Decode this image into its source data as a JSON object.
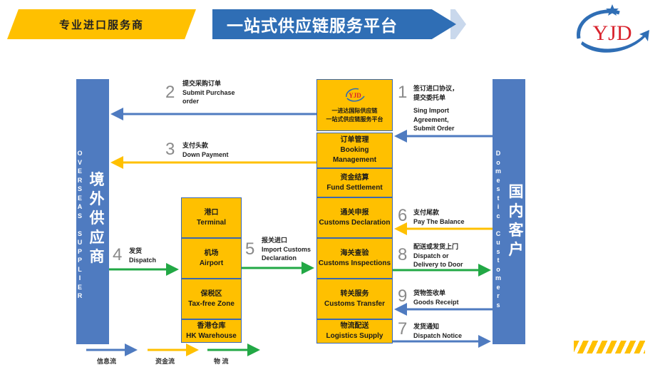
{
  "header": {
    "left_title": "专业进口服务商",
    "right_title": "一站式供应链服务平台"
  },
  "logo": {
    "text": "YJD"
  },
  "left_bar": {
    "en": "OVERSEAS SUPPLIER",
    "cn": "境外供应商"
  },
  "right_bar": {
    "en": "Domestic Customers",
    "cn": "国内客户"
  },
  "platform": {
    "logo_text": "YJD",
    "line1": "一进达国际供应链",
    "line2": "一站式供应链服务平台"
  },
  "center_boxes": [
    {
      "cn": "订单管理",
      "en1": "Booking",
      "en2": "Management"
    },
    {
      "cn": "资金结算",
      "en1": "Fund Settlement",
      "en2": ""
    },
    {
      "cn": "通关申报",
      "en1": "Customs Declaration",
      "en2": ""
    },
    {
      "cn": "海关查验",
      "en1": "Customs Inspections",
      "en2": ""
    },
    {
      "cn": "转关服务",
      "en1": "Customs Transfer",
      "en2": ""
    },
    {
      "cn": "物流配送",
      "en1": "Logistics Supply",
      "en2": ""
    }
  ],
  "left_boxes": [
    {
      "cn": "港口",
      "en": "Terminal"
    },
    {
      "cn": "机场",
      "en": "Airport"
    },
    {
      "cn": "保税区",
      "en": "Tax-free Zone"
    },
    {
      "cn": "香港仓库",
      "en": "HK Warehouse"
    }
  ],
  "steps": [
    {
      "num": "1",
      "cn": "签订进口协议，",
      "cn2": "提交委托单",
      "en1": "Sing Import",
      "en2": "Agreement,",
      "en3": "Submit Order"
    },
    {
      "num": "2",
      "cn": "提交采购订单",
      "en1": "Submit Purchase",
      "en2": "order"
    },
    {
      "num": "3",
      "cn": "支付头款",
      "en1": "Down Payment"
    },
    {
      "num": "4",
      "cn": "发货",
      "en1": "Dispatch"
    },
    {
      "num": "5",
      "cn": "报关进口",
      "en1": "Import Customs",
      "en2": "Declaration"
    },
    {
      "num": "6",
      "cn": "支付尾款",
      "en1": "Pay The Balance"
    },
    {
      "num": "7",
      "cn": "发货通知",
      "en1": "Dispatch Notice"
    },
    {
      "num": "8",
      "cn": "配送或发货上门",
      "en1": "Dispatch or",
      "en2": "Delivery to Door"
    },
    {
      "num": "9",
      "cn": "货物签收单",
      "en1": "Goods Receipt"
    }
  ],
  "legend": [
    {
      "label": "信息流",
      "color": "#4F7BC0"
    },
    {
      "label": "资金流",
      "color": "#FFC000"
    },
    {
      "label": "物  流",
      "color": "#22A845"
    }
  ],
  "colors": {
    "info": "#4F7BC0",
    "money": "#FFC000",
    "goods": "#22A845",
    "box": "#FFC000"
  }
}
